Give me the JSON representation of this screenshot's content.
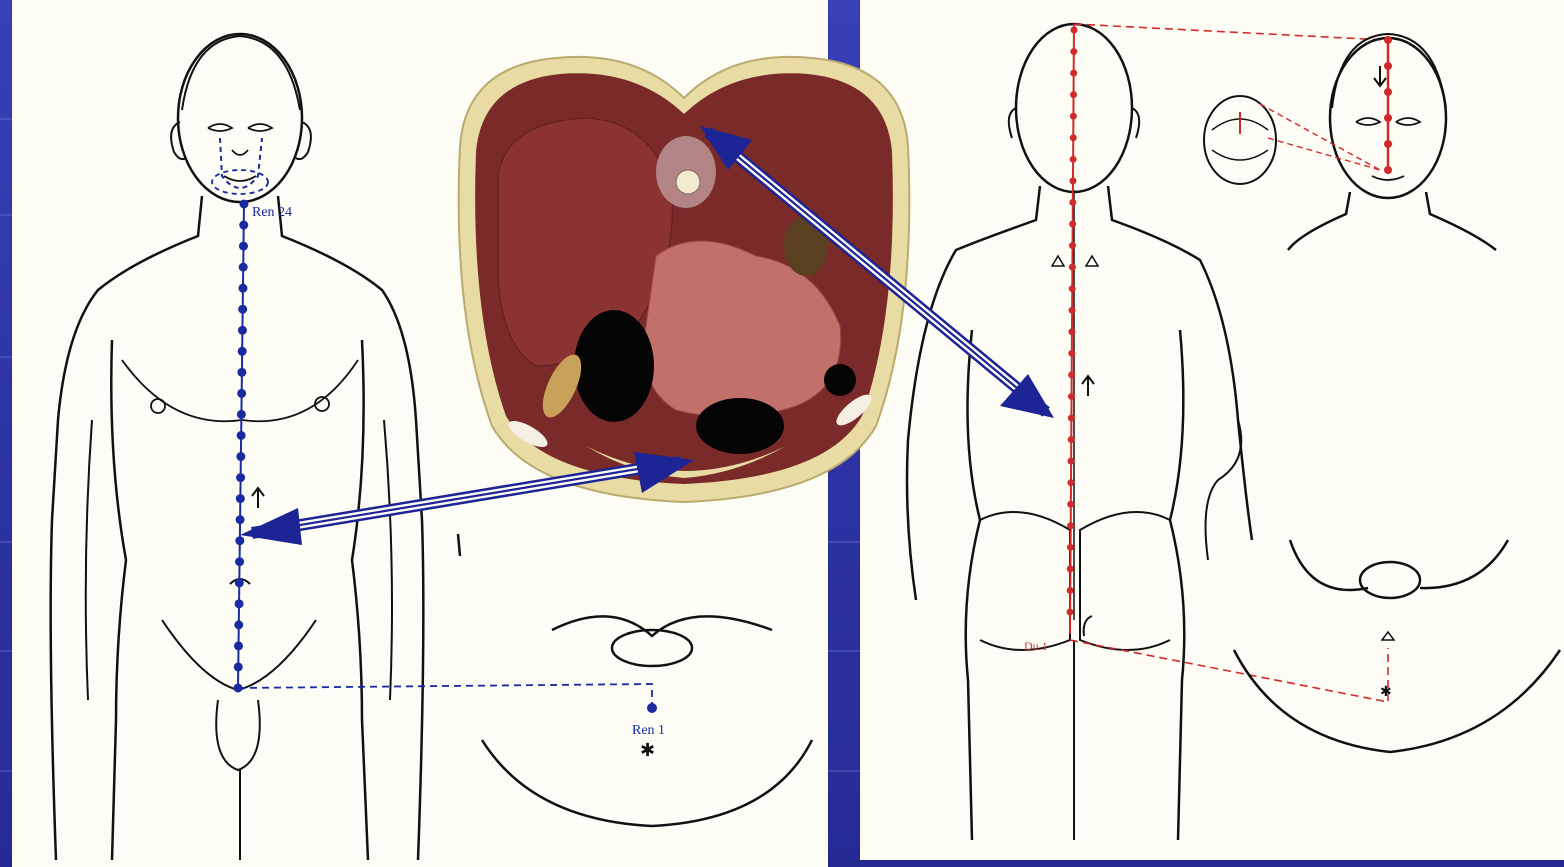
{
  "slide": {
    "colors": {
      "background": "#2f34a6",
      "paper": "#fdfdf6",
      "ren_channel": "#1a2aa0",
      "du_channel": "#d02a2a",
      "arrow": "#1c2496",
      "tissue_dark": "#7a2a28",
      "tissue_light": "#c9a489"
    }
  },
  "labels": {
    "ren_upper": "Ren 24",
    "ren_lower": "Ren 1",
    "du_lower": "Du 1"
  },
  "figures": {
    "front_view": {
      "icon": "human-front-figure",
      "channel": "Ren"
    },
    "perineum_front": {
      "icon": "perineum-diagram"
    },
    "cross_section": {
      "icon": "abdominal-cross-section"
    },
    "back_view": {
      "icon": "human-back-figure",
      "channel": "Du"
    },
    "face_view": {
      "icon": "face-figure"
    },
    "mouth_view": {
      "icon": "mouth-teeth-diagram"
    },
    "perineum_back": {
      "icon": "perineum-diagram"
    }
  }
}
